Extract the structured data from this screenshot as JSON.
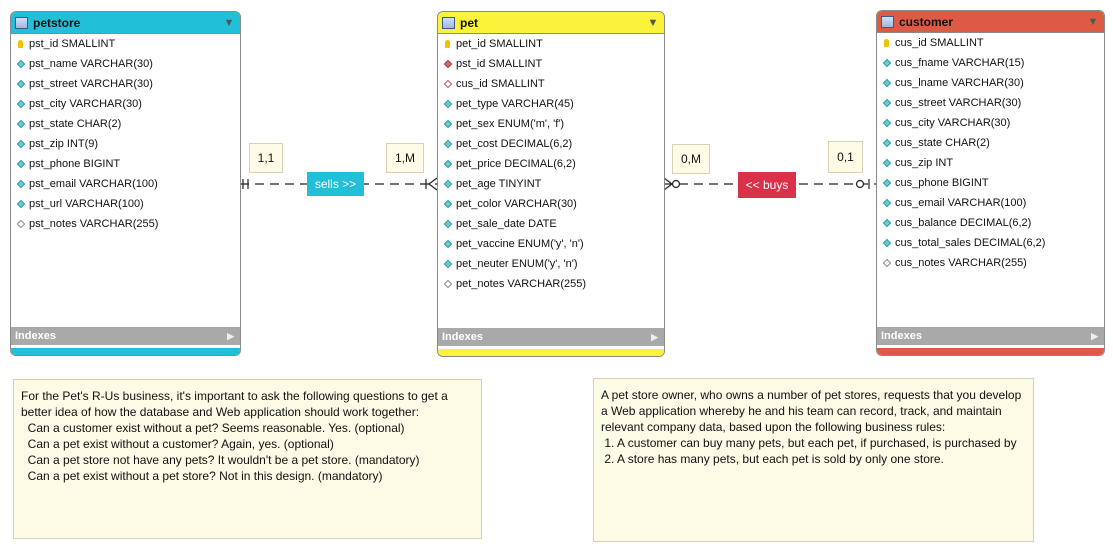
{
  "tables": {
    "petstore": {
      "name": "petstore",
      "color": "#22bfd9",
      "columns": [
        {
          "text": "pst_id SMALLINT",
          "icon": "primary-key-icon"
        },
        {
          "text": "pst_name VARCHAR(30)",
          "icon": "column-diamond-icon"
        },
        {
          "text": "pst_street VARCHAR(30)",
          "icon": "column-diamond-icon"
        },
        {
          "text": "pst_city VARCHAR(30)",
          "icon": "column-diamond-icon"
        },
        {
          "text": "pst_state CHAR(2)",
          "icon": "column-diamond-icon"
        },
        {
          "text": "pst_zip INT(9)",
          "icon": "column-diamond-icon"
        },
        {
          "text": "pst_phone BIGINT",
          "icon": "column-diamond-icon"
        },
        {
          "text": "pst_email VARCHAR(100)",
          "icon": "column-diamond-icon"
        },
        {
          "text": "pst_url VARCHAR(100)",
          "icon": "column-diamond-icon"
        },
        {
          "text": "pst_notes VARCHAR(255)",
          "icon": "nullable-column-icon"
        }
      ],
      "indexes_label": "Indexes"
    },
    "pet": {
      "name": "pet",
      "color": "#fbf23b",
      "columns": [
        {
          "text": "pet_id SMALLINT",
          "icon": "primary-key-icon"
        },
        {
          "text": "pst_id SMALLINT",
          "icon": "foreign-key-icon"
        },
        {
          "text": "cus_id SMALLINT",
          "icon": "nullable-foreign-key-icon"
        },
        {
          "text": "pet_type VARCHAR(45)",
          "icon": "column-diamond-icon"
        },
        {
          "text": "pet_sex ENUM('m', 'f')",
          "icon": "column-diamond-icon"
        },
        {
          "text": "pet_cost DECIMAL(6,2)",
          "icon": "column-diamond-icon"
        },
        {
          "text": "pet_price DECIMAL(6,2)",
          "icon": "column-diamond-icon"
        },
        {
          "text": "pet_age TINYINT",
          "icon": "column-diamond-icon"
        },
        {
          "text": "pet_color VARCHAR(30)",
          "icon": "column-diamond-icon"
        },
        {
          "text": "pet_sale_date DATE",
          "icon": "column-diamond-icon"
        },
        {
          "text": "pet_vaccine ENUM('y', 'n')",
          "icon": "column-diamond-icon"
        },
        {
          "text": "pet_neuter ENUM('y', 'n')",
          "icon": "column-diamond-icon"
        },
        {
          "text": "pet_notes VARCHAR(255)",
          "icon": "nullable-column-icon"
        }
      ],
      "indexes_label": "Indexes"
    },
    "customer": {
      "name": "customer",
      "color": "#dd5b44",
      "columns": [
        {
          "text": "cus_id SMALLINT",
          "icon": "primary-key-icon"
        },
        {
          "text": "cus_fname VARCHAR(15)",
          "icon": "column-diamond-icon"
        },
        {
          "text": "cus_lname VARCHAR(30)",
          "icon": "column-diamond-icon"
        },
        {
          "text": "cus_street VARCHAR(30)",
          "icon": "column-diamond-icon"
        },
        {
          "text": "cus_city VARCHAR(30)",
          "icon": "column-diamond-icon"
        },
        {
          "text": "cus_state CHAR(2)",
          "icon": "column-diamond-icon"
        },
        {
          "text": "cus_zip INT",
          "icon": "column-diamond-icon"
        },
        {
          "text": "cus_phone BIGINT",
          "icon": "column-diamond-icon"
        },
        {
          "text": "cus_email VARCHAR(100)",
          "icon": "column-diamond-icon"
        },
        {
          "text": "cus_balance DECIMAL(6,2)",
          "icon": "column-diamond-icon"
        },
        {
          "text": "cus_total_sales DECIMAL(6,2)",
          "icon": "column-diamond-icon"
        },
        {
          "text": "cus_notes VARCHAR(255)",
          "icon": "nullable-column-icon"
        }
      ],
      "indexes_label": "Indexes"
    }
  },
  "relationships": {
    "sells": {
      "label": "sells >>",
      "color": "#22bfd9",
      "left_card": "1,1",
      "right_card": "1,M"
    },
    "buys": {
      "label": "<< buys",
      "color": "#d9314a",
      "left_card": "0,M",
      "right_card": "0,1"
    }
  },
  "notes": {
    "left": "For the Pet's R-Us business, it's important to ask the following questions to get a\nbetter idea of how the database and Web application should work together:\n  Can a customer exist without a pet? Seems reasonable. Yes. (optional)\n  Can a pet exist without a customer? Again, yes. (optional)\n  Can a pet store not have any pets? It wouldn't be a pet store. (mandatory)\n  Can a pet exist without a pet store? Not in this design. (mandatory)",
    "right": "A pet store owner, who owns a number of pet stores, requests that you develop\na Web application whereby he and his team can record, track, and maintain\nrelevant company data, based upon the following business rules:\n 1. A customer can buy many pets, but each pet, if purchased, is purchased by\n 2. A store has many pets, but each pet is sold by only one store."
  }
}
